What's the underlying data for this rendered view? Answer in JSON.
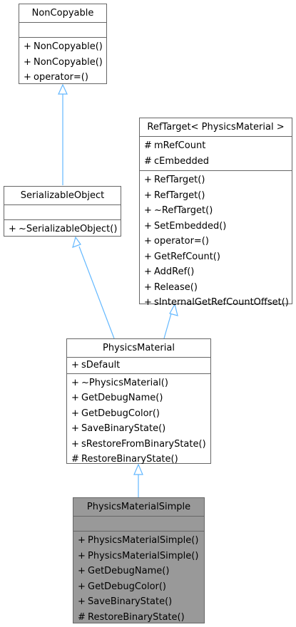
{
  "classes": {
    "noncopyable": {
      "name": "NonCopyable",
      "attributes": [],
      "methods": [
        {
          "vis": "+",
          "name": "NonCopyable()"
        },
        {
          "vis": "+",
          "name": "NonCopyable()"
        },
        {
          "vis": "+",
          "name": "operator=()"
        }
      ]
    },
    "reftarget": {
      "name": "RefTarget< PhysicsMaterial >",
      "attributes": [
        {
          "vis": "#",
          "name": "mRefCount"
        },
        {
          "vis": "#",
          "name": "cEmbedded"
        }
      ],
      "methods": [
        {
          "vis": "+",
          "name": "RefTarget()"
        },
        {
          "vis": "+",
          "name": "RefTarget()"
        },
        {
          "vis": "+",
          "name": "~RefTarget()"
        },
        {
          "vis": "+",
          "name": "SetEmbedded()"
        },
        {
          "vis": "+",
          "name": "operator=()"
        },
        {
          "vis": "+",
          "name": "GetRefCount()"
        },
        {
          "vis": "+",
          "name": "AddRef()"
        },
        {
          "vis": "+",
          "name": "Release()"
        },
        {
          "vis": "+",
          "name": "sInternalGetRefCountOffset()"
        }
      ]
    },
    "serializable": {
      "name": "SerializableObject",
      "attributes": [],
      "methods": [
        {
          "vis": "+",
          "name": "~SerializableObject()"
        }
      ]
    },
    "physicsmaterial": {
      "name": "PhysicsMaterial",
      "attributes": [
        {
          "vis": "+",
          "name": "sDefault"
        }
      ],
      "methods": [
        {
          "vis": "+",
          "name": "~PhysicsMaterial()"
        },
        {
          "vis": "+",
          "name": "GetDebugName()"
        },
        {
          "vis": "+",
          "name": "GetDebugColor()"
        },
        {
          "vis": "+",
          "name": "SaveBinaryState()"
        },
        {
          "vis": "+",
          "name": "sRestoreFromBinaryState()"
        },
        {
          "vis": "#",
          "name": "RestoreBinaryState()"
        }
      ]
    },
    "simple": {
      "name": "PhysicsMaterialSimple",
      "attributes": [],
      "methods": [
        {
          "vis": "+",
          "name": "PhysicsMaterialSimple()"
        },
        {
          "vis": "+",
          "name": "PhysicsMaterialSimple()"
        },
        {
          "vis": "+",
          "name": "GetDebugName()"
        },
        {
          "vis": "+",
          "name": "GetDebugColor()"
        },
        {
          "vis": "+",
          "name": "SaveBinaryState()"
        },
        {
          "vis": "#",
          "name": "RestoreBinaryState()"
        }
      ]
    }
  },
  "colors": {
    "edge": "#63b8ff",
    "border": "#666666",
    "highlight_fill": "#999999"
  }
}
